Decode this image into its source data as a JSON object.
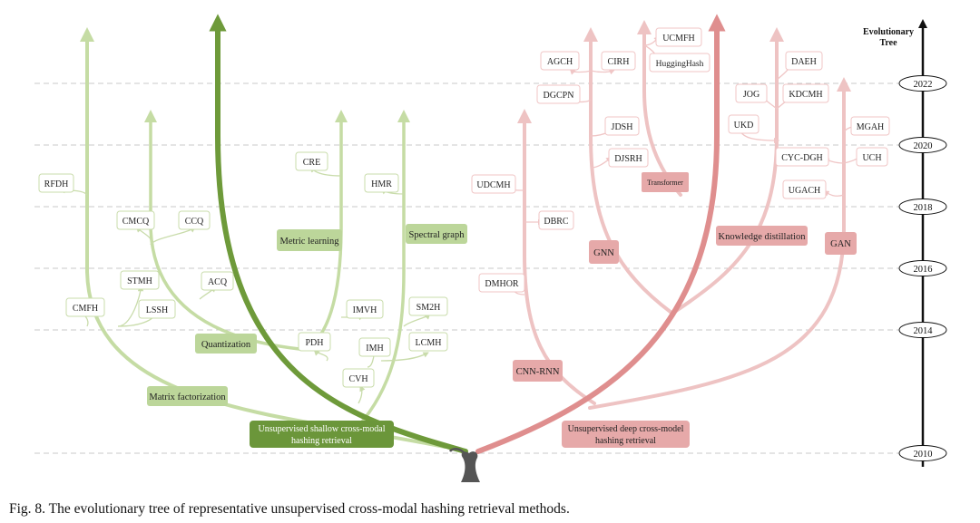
{
  "colors": {
    "dark_green": "#6e9a3a",
    "dark_green_box": "#6b963a",
    "light_green": "#c5dca4",
    "light_green_box": "#bcd69a",
    "green_method_border": "#c9dcab",
    "dark_red": "#df8e8e",
    "light_red": "#eec3c3",
    "red_box": "#e6a9a9",
    "red_method_border": "#f0c6c6",
    "grid_dash": "#c8c8c8",
    "trunk": "#555555"
  },
  "timeline": {
    "title_line1": "Evolutionary",
    "title_line2": "Tree",
    "years": [
      "2022",
      "2020",
      "2018",
      "2016",
      "2014",
      "2010"
    ]
  },
  "categories": {
    "shallow_root_line1": "Unsupervised  shallow cross-modal",
    "shallow_root_line2": "hashing retrieval",
    "deep_root_line1": "Unsupervised deep cross-model",
    "deep_root_line2": "hashing retrieval",
    "matrix_factorization": "Matrix factorization",
    "quantization": "Quantization",
    "metric_learning": "Metric learning",
    "spectral_graph": "Spectral graph",
    "cnn_rnn": "CNN-RNN",
    "gnn": "GNN",
    "transformer": "Transformer",
    "knowledge_distillation": "Knowledge distillation",
    "gan": "GAN"
  },
  "methods": {
    "rfdh": "RFDH",
    "cmcq": "CMCQ",
    "ccq": "CCQ",
    "stmh": "STMH",
    "cmfh": "CMFH",
    "lssh": "LSSH",
    "acq": "ACQ",
    "pdh": "PDH",
    "cre": "CRE",
    "hmr": "HMR",
    "imvh": "IMVH",
    "sm2h": "SM2H",
    "imh": "IMH",
    "lcmh": "LCMH",
    "cvh": "CVH",
    "agch": "AGCH",
    "cirh": "CIRH",
    "ucmfh": "UCMFH",
    "hugginghash": "HuggingHash",
    "dgcpn": "DGCPN",
    "jdsh": "JDSH",
    "djsrh": "DJSRH",
    "udcmh": "UDCMH",
    "dbrc": "DBRC",
    "dmhor": "DMHOR",
    "daeh": "DAEH",
    "jog": "JOG",
    "kdcmh": "KDCMH",
    "ukd": "UKD",
    "mgah": "MGAH",
    "cyc_dgh": "CYC-DGH",
    "uch": "UCH",
    "ugach": "UGACH"
  },
  "caption": "Fig. 8.  The evolutionary tree of representative unsupervised cross-modal hashing retrieval methods."
}
